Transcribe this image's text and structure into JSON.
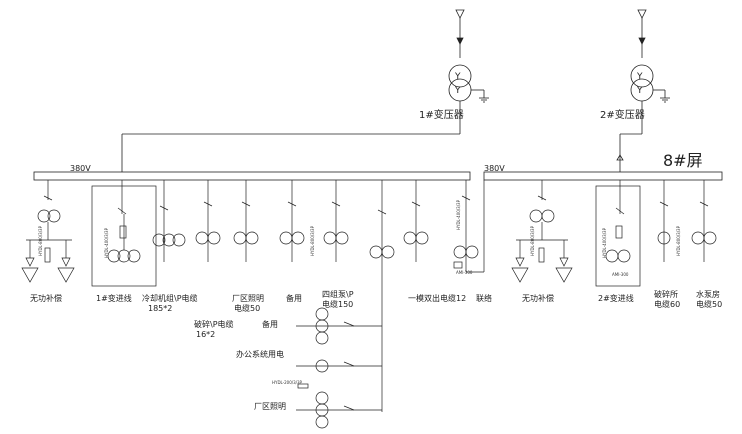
{
  "diagram": {
    "transformers": [
      {
        "id": "t1",
        "label": "1#变压器"
      },
      {
        "id": "t2",
        "label": "2#变压器"
      }
    ],
    "screen_label": "8#屏",
    "bus_left_voltage": "380V",
    "bus_right_voltage": "380V",
    "feeders_left": [
      {
        "id": "comp-left",
        "label": "无功补偿"
      },
      {
        "id": "incoming-1",
        "label": "1#变进线"
      },
      {
        "id": "cooling",
        "label": "冷却机组\\P电缆",
        "label2": "185*2"
      },
      {
        "id": "plant-light",
        "label": "厂区照明",
        "label2": "电缆50"
      },
      {
        "id": "spare-1",
        "label": "备用"
      },
      {
        "id": "pump4",
        "label": "四组泵\\P",
        "label2": "电缆150"
      },
      {
        "id": "crusher",
        "label": "破碎\\P电缆",
        "label2": "16*2"
      },
      {
        "id": "dual-out",
        "label": "一模双出电缆12"
      },
      {
        "id": "tie",
        "label": "联络"
      }
    ],
    "feeders_right": [
      {
        "id": "comp-right",
        "label": "无功补偿"
      },
      {
        "id": "incoming-2",
        "label": "2#变进线"
      },
      {
        "id": "crusher-station",
        "label": "破碎所",
        "label2": "电缆60"
      },
      {
        "id": "water-pump",
        "label": "水泵房",
        "label2": "电缆50"
      }
    ],
    "branch_loads": [
      {
        "id": "branch-spare",
        "label": "备用"
      },
      {
        "id": "branch-office",
        "label": "办公系统用电"
      },
      {
        "id": "branch-light",
        "label": "厂区照明"
      }
    ],
    "small_text": {
      "device_code": "HYDL-400/3/3P",
      "relay_code": "HYDL-800/3/3P",
      "meter_code": "AMI-300",
      "branch_device": "HYDL-200/3/3P"
    }
  }
}
